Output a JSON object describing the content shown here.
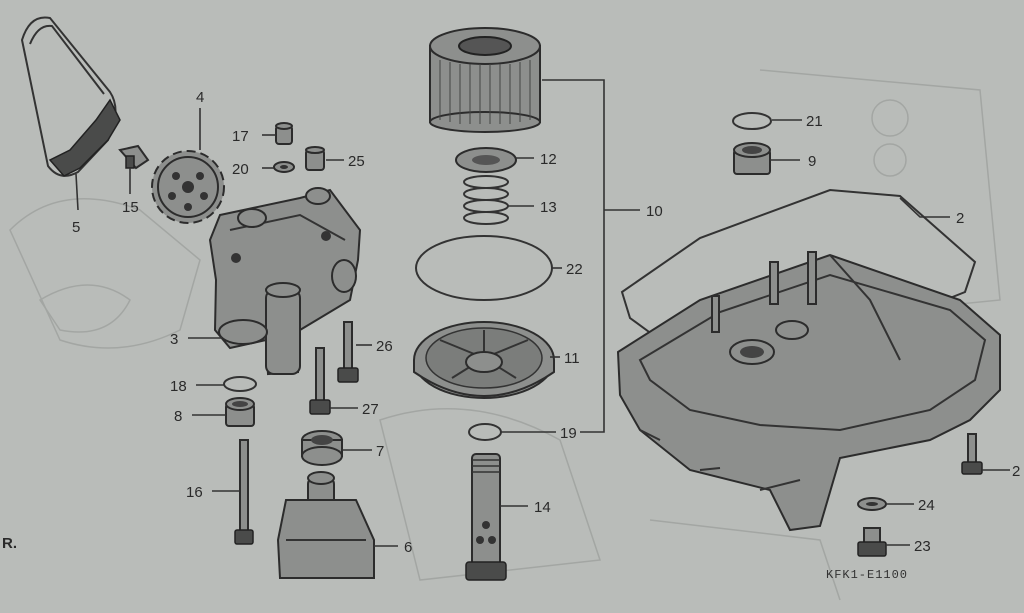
{
  "diagram": {
    "code": "KFK1-E1100",
    "labels": {
      "p2": "2",
      "p3": "3",
      "p4": "4",
      "p5": "5",
      "p6": "6",
      "p7": "7",
      "p8": "8",
      "p9": "9",
      "p10": "10",
      "p11": "11",
      "p12": "12",
      "p13": "13",
      "p14": "14",
      "p15": "15",
      "p16": "16",
      "p17": "17",
      "p18": "18",
      "p19": "19",
      "p20": "20",
      "p21": "21",
      "p22": "22",
      "p23": "23",
      "p24": "24",
      "p25": "25",
      "p26": "26",
      "p27": "27",
      "p2b": "2"
    },
    "edge_text": "R."
  },
  "colors": {
    "paper": "#b9bcb9",
    "ink": "#333333",
    "shade": "#8d8f8d"
  }
}
